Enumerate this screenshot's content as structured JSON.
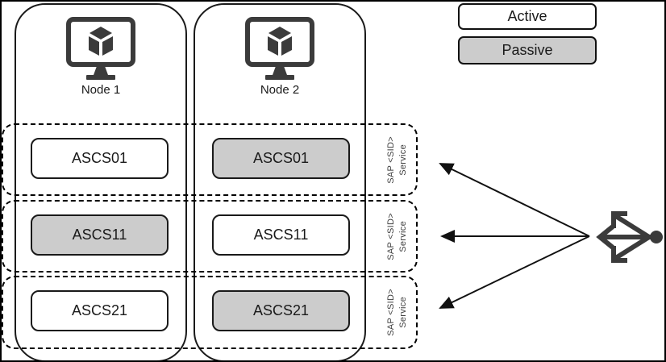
{
  "legend": {
    "items": [
      {
        "label": "Active",
        "state": "active"
      },
      {
        "label": "Passive",
        "state": "passive"
      }
    ]
  },
  "nodes": [
    {
      "label": "Node 1",
      "icon": "monitor-cube-icon"
    },
    {
      "label": "Node 2",
      "icon": "monitor-cube-icon"
    }
  ],
  "service_rows": [
    {
      "group_label_line1": "SAP <SID>",
      "group_label_line2": "Service",
      "boxes": [
        {
          "label": "ASCS01",
          "state": "active"
        },
        {
          "label": "ASCS01",
          "state": "passive"
        }
      ]
    },
    {
      "group_label_line1": "SAP <SID>",
      "group_label_line2": "Service",
      "boxes": [
        {
          "label": "ASCS11",
          "state": "passive"
        },
        {
          "label": "ASCS11",
          "state": "active"
        }
      ]
    },
    {
      "group_label_line1": "SAP <SID>",
      "group_label_line2": "Service",
      "boxes": [
        {
          "label": "ASCS21",
          "state": "active"
        },
        {
          "label": "ASCS21",
          "state": "passive"
        }
      ]
    }
  ],
  "balancer": {
    "icon": "load-balancer-icon"
  },
  "colors": {
    "active_fill": "#ffffff",
    "passive_fill": "#cccccc",
    "outline": "#000000",
    "icon_dark": "#3b3b3b"
  }
}
